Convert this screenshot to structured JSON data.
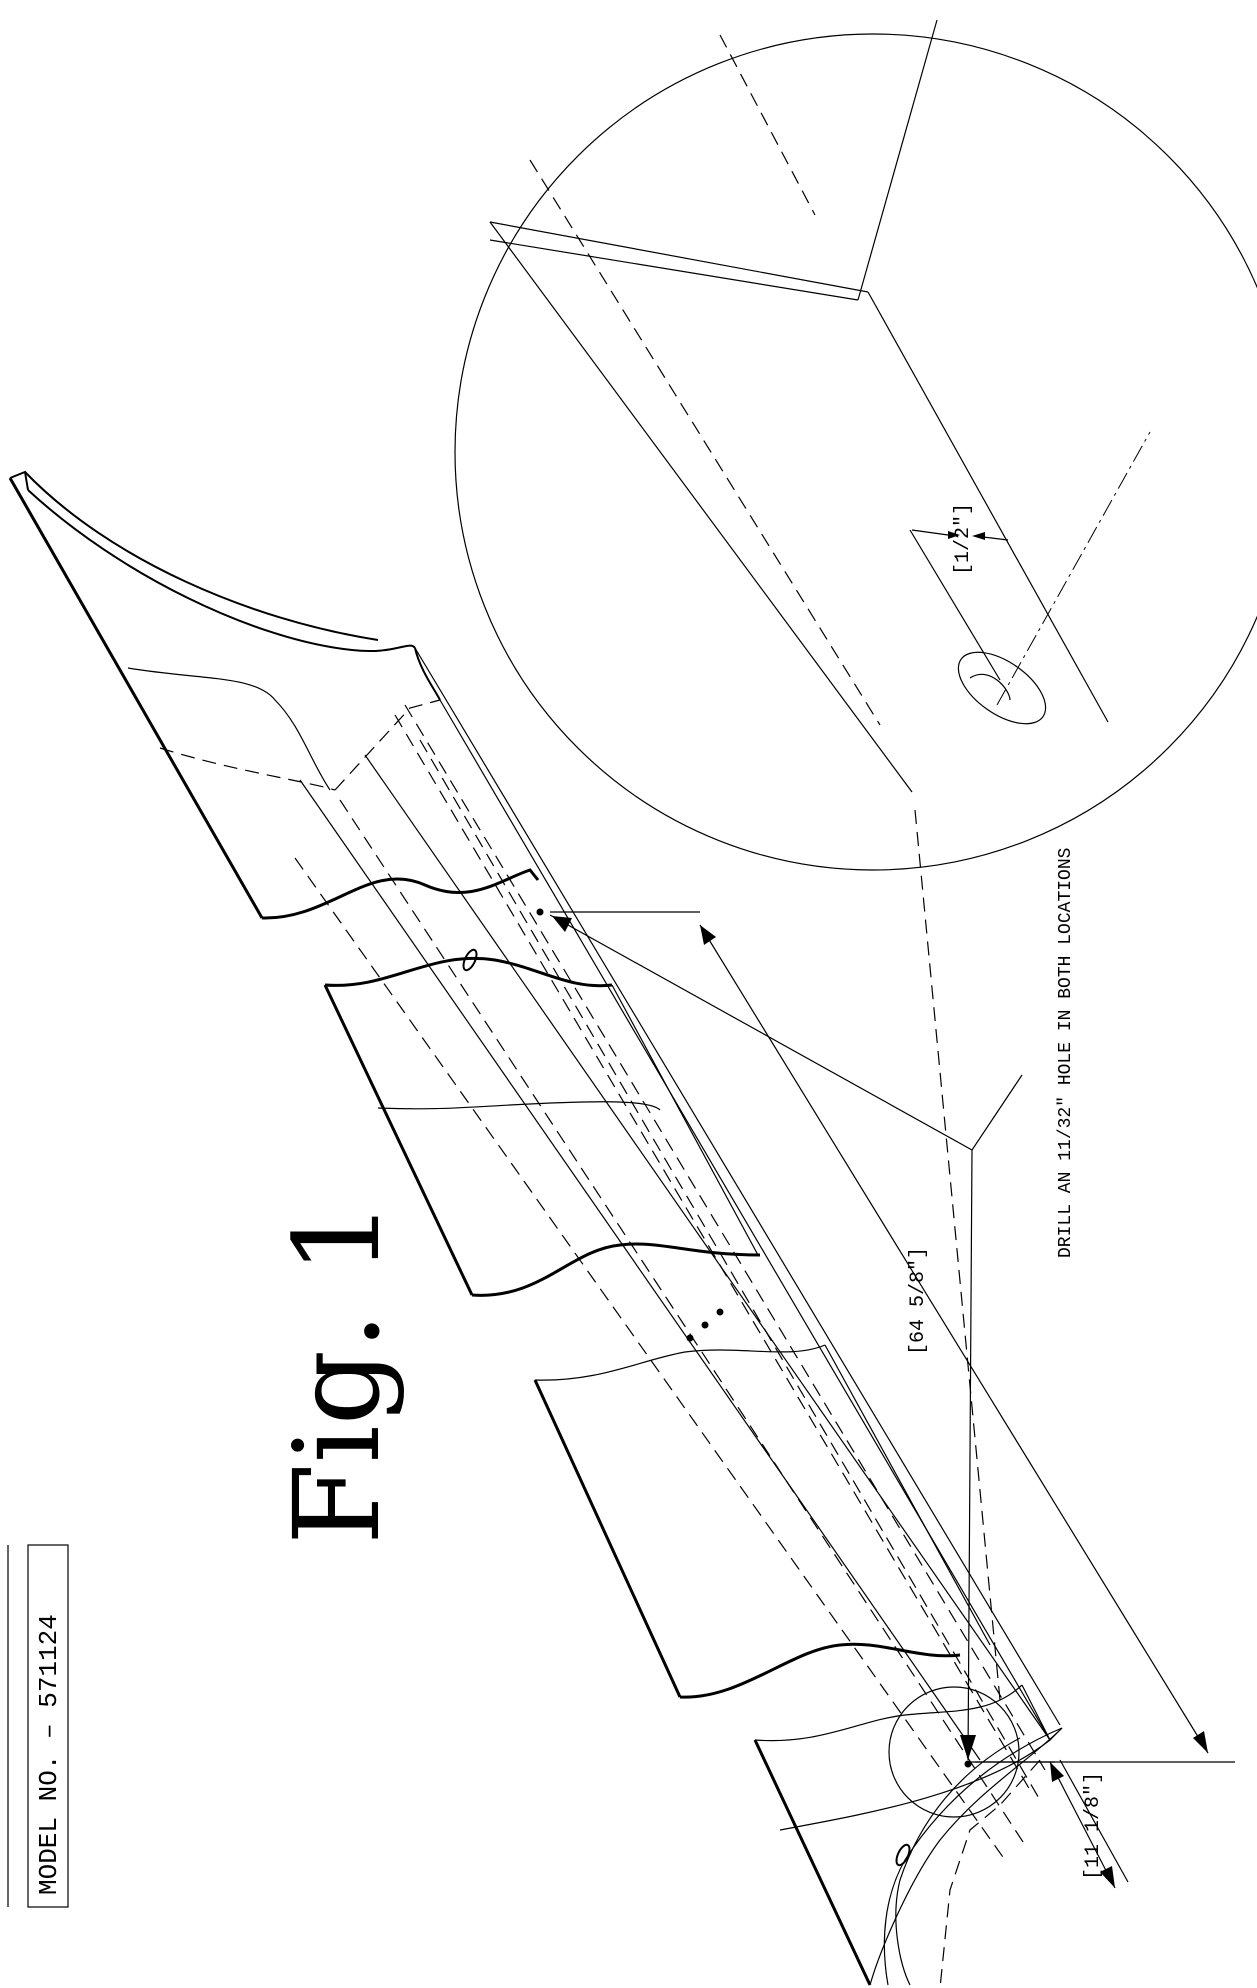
{
  "model_label": "MODEL NO. – 571124",
  "figure_label": "Fig. 1",
  "annotations": {
    "drill_note": "DRILL AN 11/32\" HOLE IN BOTH LOCATIONS",
    "dim_overall": "[64 5/8\"]",
    "dim_end": "[11 1/8\"]",
    "dim_detail": "[1/2\"]"
  },
  "colors": {
    "line": "#000000",
    "background": "#ffffff"
  }
}
